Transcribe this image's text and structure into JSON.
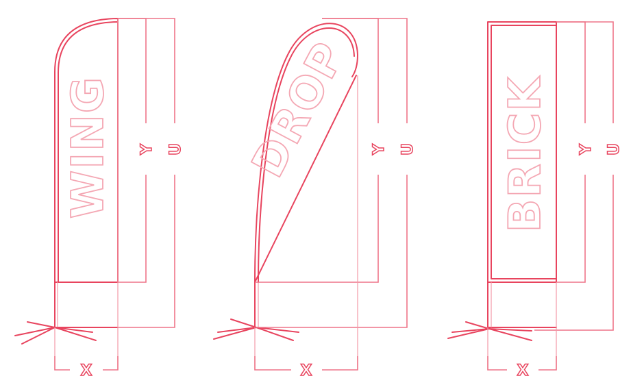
{
  "flags": [
    {
      "id": "wing",
      "label": "WING",
      "width_label": "X",
      "height_labels": [
        "Y",
        "U"
      ]
    },
    {
      "id": "drop",
      "label": "DROP",
      "width_label": "X",
      "height_labels": [
        "Y",
        "U"
      ]
    },
    {
      "id": "brick",
      "label": "BRICK",
      "width_label": "X",
      "height_labels": [
        "Y",
        "U"
      ]
    }
  ],
  "colors": {
    "primary_line": "#e8445e",
    "light_line": "#f29aa8",
    "text_outline": "#f4a7b3",
    "background": "#ffffff"
  }
}
